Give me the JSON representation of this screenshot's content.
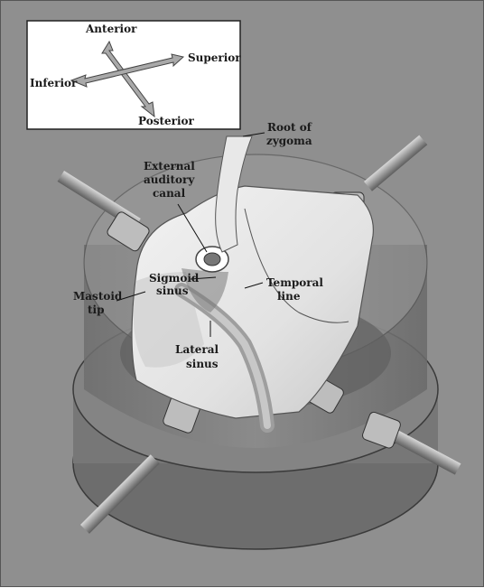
{
  "orientation": {
    "anterior": "Anterior",
    "superior": "Superior",
    "inferior": "Inferior",
    "posterior": "Posterior"
  },
  "labels": {
    "root_of_zygoma": [
      "Root of",
      "zygoma"
    ],
    "external_auditory_canal": [
      "External",
      "auditory",
      "canal"
    ],
    "sigmoid_sinus": [
      "Sigmoid",
      "sinus"
    ],
    "mastoid_tip": [
      "Mastoid",
      "tip"
    ],
    "temporal_line": [
      "Temporal",
      "line"
    ],
    "lateral_sinus": [
      "Lateral",
      "sinus"
    ]
  },
  "colors": {
    "background": "#8f8f8f",
    "bone": "#e6e6e6",
    "metal": "#b5b5b5",
    "arrow": "#a9a9a9"
  }
}
